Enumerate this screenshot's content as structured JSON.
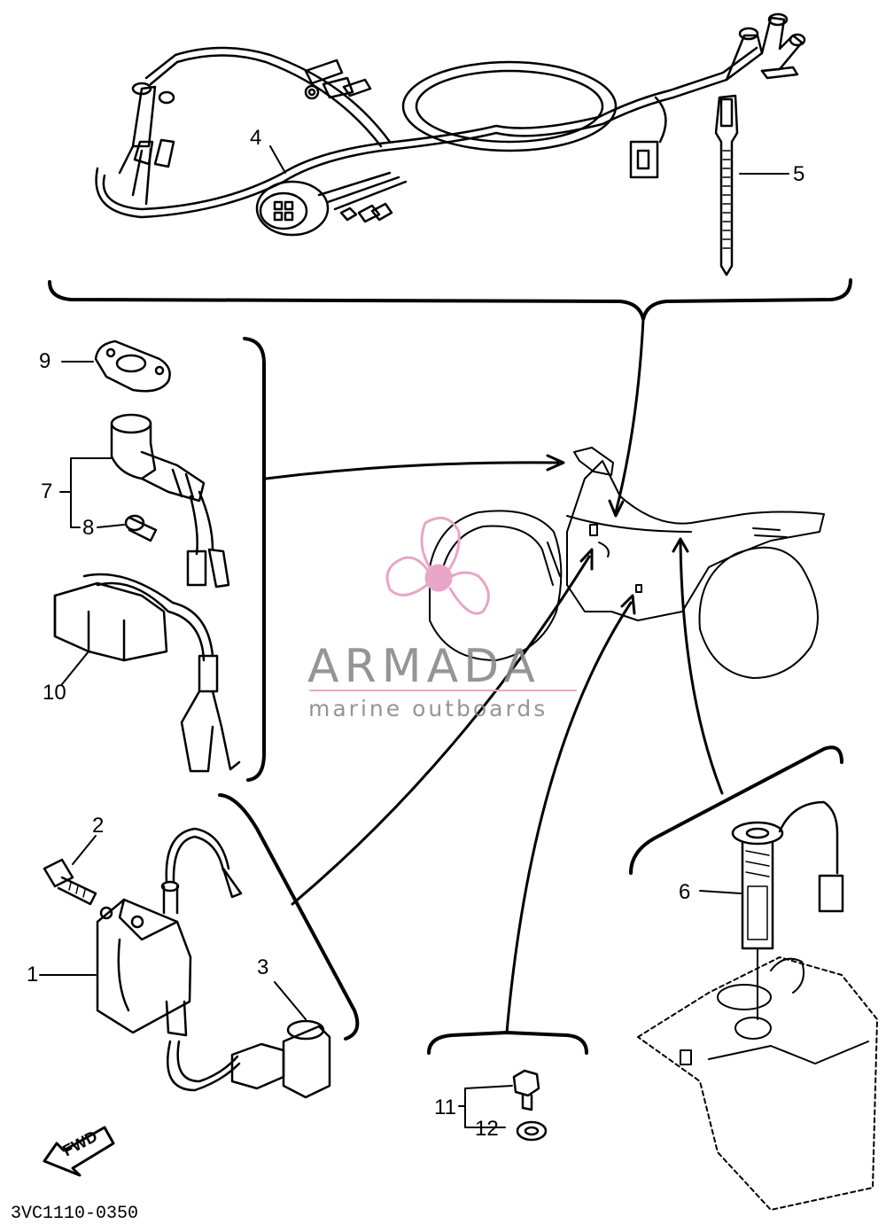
{
  "callouts": {
    "c1": "1",
    "c2": "2",
    "c3": "3",
    "c4": "4",
    "c5": "5",
    "c6": "6",
    "c7": "7",
    "c8": "8",
    "c9": "9",
    "c10": "10",
    "c11": "11",
    "c12": "12"
  },
  "watermark": {
    "title": "ARMADA",
    "subtitle": "marine outboards",
    "accent_color": "#e8a6c8",
    "text_color": "#8a8a8a"
  },
  "direction_label": "FWD",
  "document_code": "3VC1110-0350",
  "icons": [
    "propeller-logo-icon",
    "fwd-arrow-icon"
  ]
}
